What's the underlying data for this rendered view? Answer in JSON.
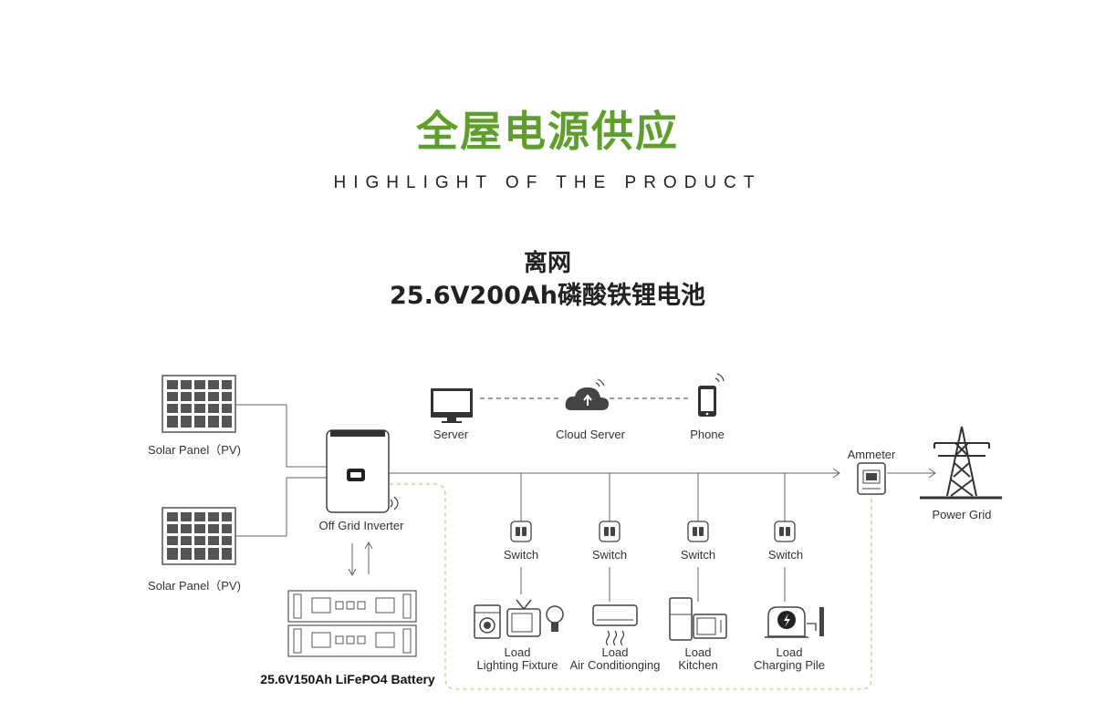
{
  "header": {
    "title_cn": "全屋电源供应",
    "title_en": "HIGHLIGHT OF THE PRODUCT",
    "subtitle_line1": "离网",
    "subtitle_line2": "25.6V200Ah磷酸铁锂电池"
  },
  "colors": {
    "accent": "#5e9e2b",
    "line": "#555555",
    "dashed_green": "#b6d18a"
  },
  "diagram": {
    "solar_panel_top": "Solar Panel（PV)",
    "solar_panel_bottom": "Solar Panel（PV)",
    "inverter": "Off Grid Inverter",
    "battery": "25.6V150Ah LiFePO4 Battery",
    "server": "Server",
    "cloud_server": "Cloud Server",
    "phone": "Phone",
    "ammeter": "Ammeter",
    "power_grid": "Power Grid",
    "switches": [
      "Switch",
      "Switch",
      "Switch",
      "Switch"
    ],
    "loads": [
      {
        "line1": "Load",
        "line2": "Lighting Fixture"
      },
      {
        "line1": "Load",
        "line2": "Air Conditionging"
      },
      {
        "line1": "Load",
        "line2": "Kitchen"
      },
      {
        "line1": "Load",
        "line2": "Charging Pile"
      }
    ]
  }
}
